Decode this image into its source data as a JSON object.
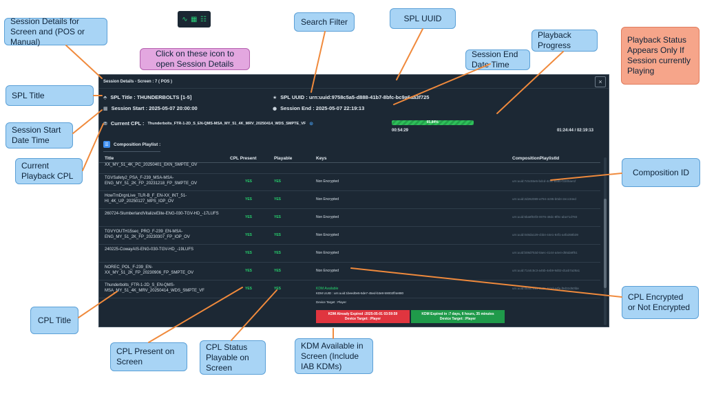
{
  "callouts": {
    "session_details": "Session Details for Screen and (POS or Manual)",
    "click_icon": "Click on these icon to open Session Details",
    "search_filter": "Search Filter",
    "spl_uuid": "SPL UUID",
    "playback_progress": "Playback Progress",
    "session_end": "Session End Date Time",
    "playback_status": "Playback Status Appears Only If Session currently Playing",
    "spl_title": "SPL Title",
    "session_start": "Session Start Date Time",
    "current_cpl": "Current Playback CPL",
    "composition_id": "Composition ID",
    "cpl_title": "CPL Title",
    "cpl_present": "CPL Present on Screen",
    "cpl_status": "CPL Status Playable on Screen",
    "kdm_available": "KDM Available in Screen (Include IAB KDMs)",
    "cpl_encrypted": "CPL Encrypted or Not Encrypted"
  },
  "icon_strip": [
    "pulse-icon",
    "grid-icon",
    "list-icon"
  ],
  "panel": {
    "header_title": "Session Details - Screen : 7 ( POS )",
    "close": "×",
    "spl_title": "SPL Title : THUNDERBOLTS [1-5]",
    "spl_uuid": "SPL UUID : urn:uuid:9758c5a5-d888-41b7-8bfc-bc9a6aa3f725",
    "session_start": "Session Start : 2025-05-07 20:00:00",
    "session_end": "Session End : 2025-05-07 22:19:13",
    "current_cpl_label": "Current CPL :",
    "current_cpl_value": "Thunderbolts_FTR-1-2D_S_EN-QMS-MSA_MY_51_4K_MRV_20250414_WDS_SMPTE_VF",
    "progress_label": "65.84%",
    "progress_value": 0.6584,
    "progress_elapsed": "00:54:29",
    "progress_total": "01:24:44 / 02:19:13",
    "composition_playlist": "Composition Playlist :",
    "columns": {
      "title": "Title",
      "cpl_present": "CPL Present",
      "playable": "Playable",
      "keys": "Keys",
      "cpl_id": "CompositionPlaylistId"
    },
    "rows": [
      {
        "title": "XX_MY_51_4K_PC_20250401_EKN_SMPTE_OV",
        "present": "",
        "playable": "",
        "keys": "",
        "id": ""
      },
      {
        "title": "TGVSafety2_PSA_F-239_MSA-MSA-ENG_MY_51_2K_FP_20231218_FP_SMPTE_OV",
        "present": "YES",
        "playable": "YES",
        "keys": "Non Encrypted",
        "id": "urn:uuid:7c5c55e5-bdcd-4c9c-b55b-f3305ae1f"
      },
      {
        "title": "HowTrnDrgnLive_TLR-B_F_EN-XX_INT_51-HI_4K_UP_20250127_MPS_IOP_OV",
        "present": "YES",
        "playable": "YES",
        "keys": "Non Encrypted",
        "id": "urn:uuid:2d262089-a794-4c95-b0d4-2ecc34ed"
      },
      {
        "title": "260724-SlumberlandVitalizeElite-ENG-030-TGV-HD_-17LUFS",
        "present": "YES",
        "playable": "YES",
        "keys": "Non Encrypted",
        "id": "urn:uuid:5ba8f04f3-0076-48dc-8f0c-aba71d783"
      },
      {
        "title": "TGVYOUTH15sec_PRO_F-239_EN-MSA-ENG_MY_51_2K_FP_20230307_FP_IOP_OV",
        "present": "YES",
        "playable": "YES",
        "keys": "Non Encrypted",
        "id": "urn:uuid:048da129-cbb4-44e1-84f1-a4fa358b39"
      },
      {
        "title": "240225-CowayAIS-ENG-030-TGV-HD_-19LUFS",
        "present": "YES",
        "playable": "YES",
        "keys": "Non Encrypted",
        "id": "urn:uuid:b08d753d-0aec-4144-a4e4-d55da9f51"
      },
      {
        "title": "NOREC_POL_F-239_EN-XX_MY_51_2K_FP_20230906_FP_SMPTE_OV",
        "present": "YES",
        "playable": "YES",
        "keys": "Non Encrypted",
        "id": "urn:uuid:7144c5c3-a45b-4eb9-9d02-d1ab7a28a1"
      },
      {
        "title": "Thunderbolts_FTR-1-2D_S_EN-QMS-MSA_MY_51_4K_MRV_20250414_WDS_SMPTE_VF",
        "present": "YES",
        "playable": "YES",
        "keys": "KDM Available",
        "id": "urn:uuid:05447ea1-3c25-4c2d-a4fe-f9d32d50fde"
      }
    ],
    "kdm": {
      "uuid": "KDM UUID : urn:uuid:1beed0e5-5de7-45ed-b3e8-59002ff4e880",
      "device_target": "Device Target : Player",
      "expired_line1": "KDM Already Expired :2025-05-01 03:59:59",
      "expired_line2": "Device Target: :Player",
      "valid_line1": "KDM Expired in :7 days, 6 hours, 35 minutes",
      "valid_line2": "Device Target: :Player"
    }
  },
  "colors": {
    "panel_bg": "#1c2834",
    "accent_green": "#27d36d",
    "callout_blue": "#a8d4f5",
    "arrow_orange": "#f08a3c",
    "expired_red": "#e0353f",
    "valid_green": "#1f9a4a"
  }
}
